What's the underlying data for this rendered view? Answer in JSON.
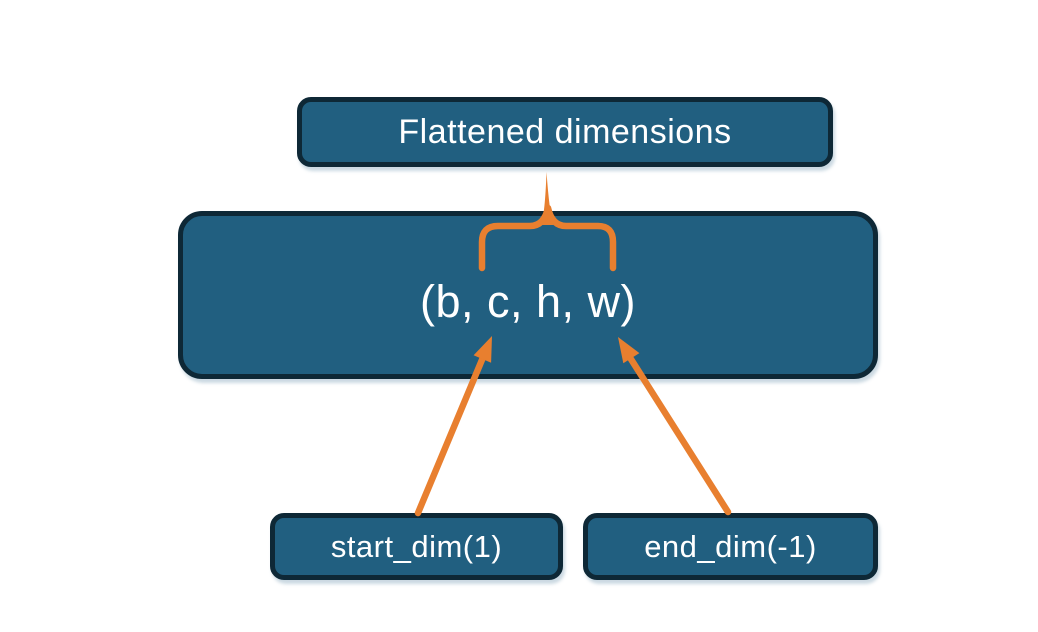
{
  "diagram": {
    "title_box": {
      "label": "Flattened dimensions"
    },
    "tensor_box": {
      "label": "(b, c, h, w)"
    },
    "start_dim_box": {
      "label": "start_dim(1)"
    },
    "end_dim_box": {
      "label": "end_dim(-1)"
    }
  },
  "colors": {
    "box_fill": "#215f80",
    "box_border": "#0e2836",
    "accent_orange": "#e87f2f",
    "text": "#ffffff",
    "background": "#ffffff"
  }
}
